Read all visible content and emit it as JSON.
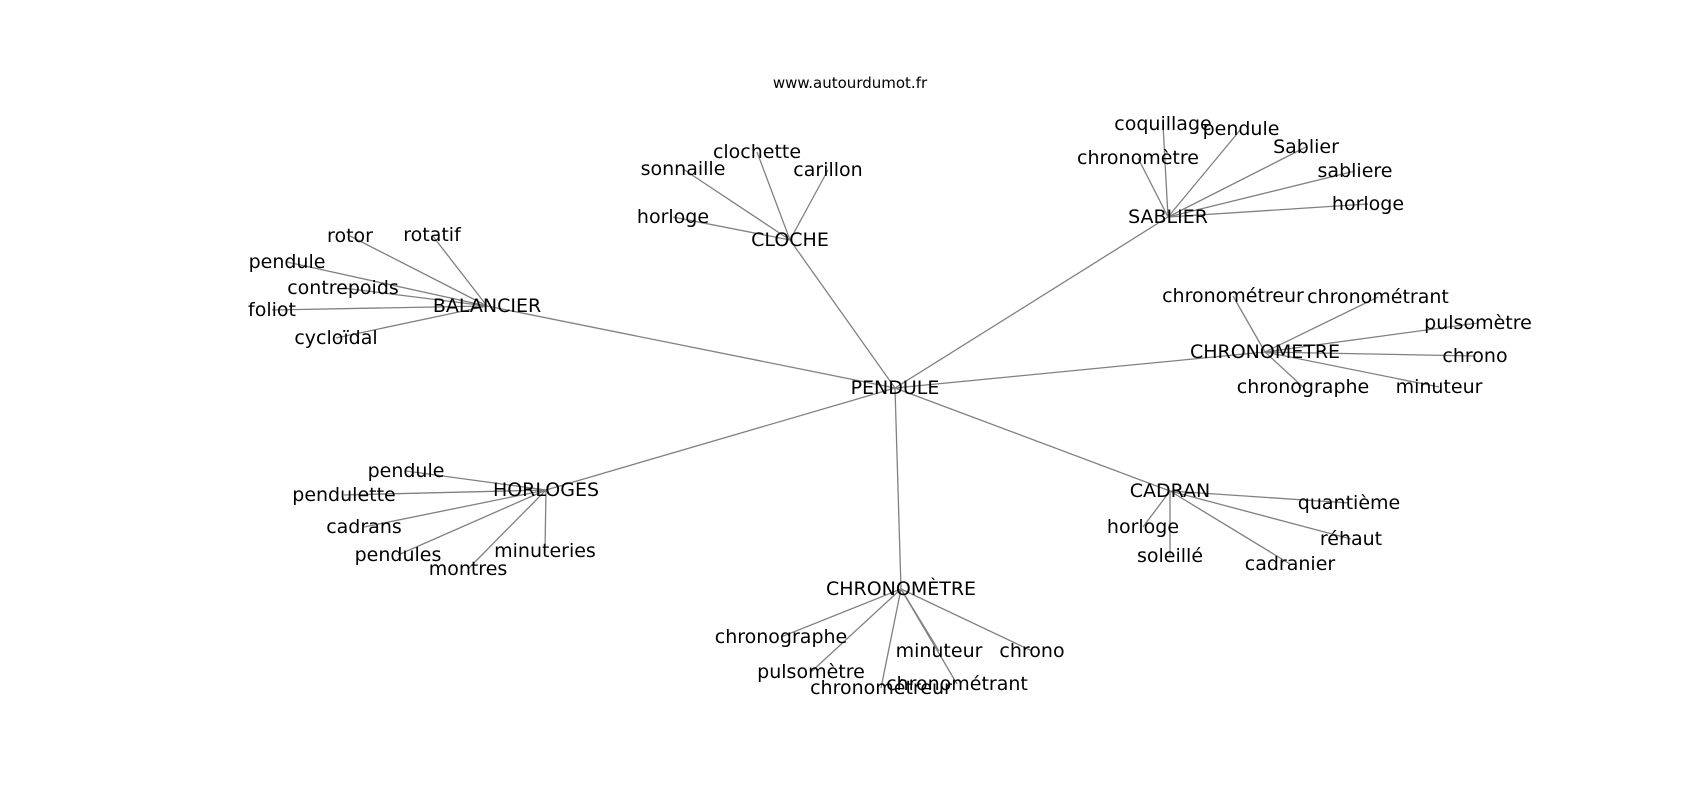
{
  "site": "www.autourdumot.fr",
  "graph": {
    "center": "PENDULE",
    "branches": [
      {
        "label": "CLOCHE",
        "children": [
          "sonnaille",
          "clochette",
          "carillon",
          "horloge"
        ]
      },
      {
        "label": "SABLIER",
        "children": [
          "coquillage",
          "pendule",
          "chronomètre",
          "Sablier",
          "sabliere",
          "horloge"
        ]
      },
      {
        "label": "BALANCIER",
        "children": [
          "rotor",
          "rotatif",
          "pendule",
          "contrepoids",
          "foliot",
          "cycloïdal"
        ]
      },
      {
        "label": "CHRONOMETRE",
        "children": [
          "chronométreur",
          "chronométrant",
          "pulsomètre",
          "chrono",
          "chronographe",
          "minuteur"
        ]
      },
      {
        "label": "HORLOGES",
        "children": [
          "pendule",
          "pendulette",
          "cadrans",
          "pendules",
          "montres",
          "minuteries"
        ]
      },
      {
        "label": "CADRAN",
        "children": [
          "horloge",
          "quantième",
          "réhaut",
          "soleillé",
          "cadranier"
        ]
      },
      {
        "label": "CHRONOMÈTRE",
        "children": [
          "chronographe",
          "pulsomètre",
          "chronométreur",
          "minuteur",
          "chronométrant",
          "chrono"
        ]
      }
    ]
  }
}
